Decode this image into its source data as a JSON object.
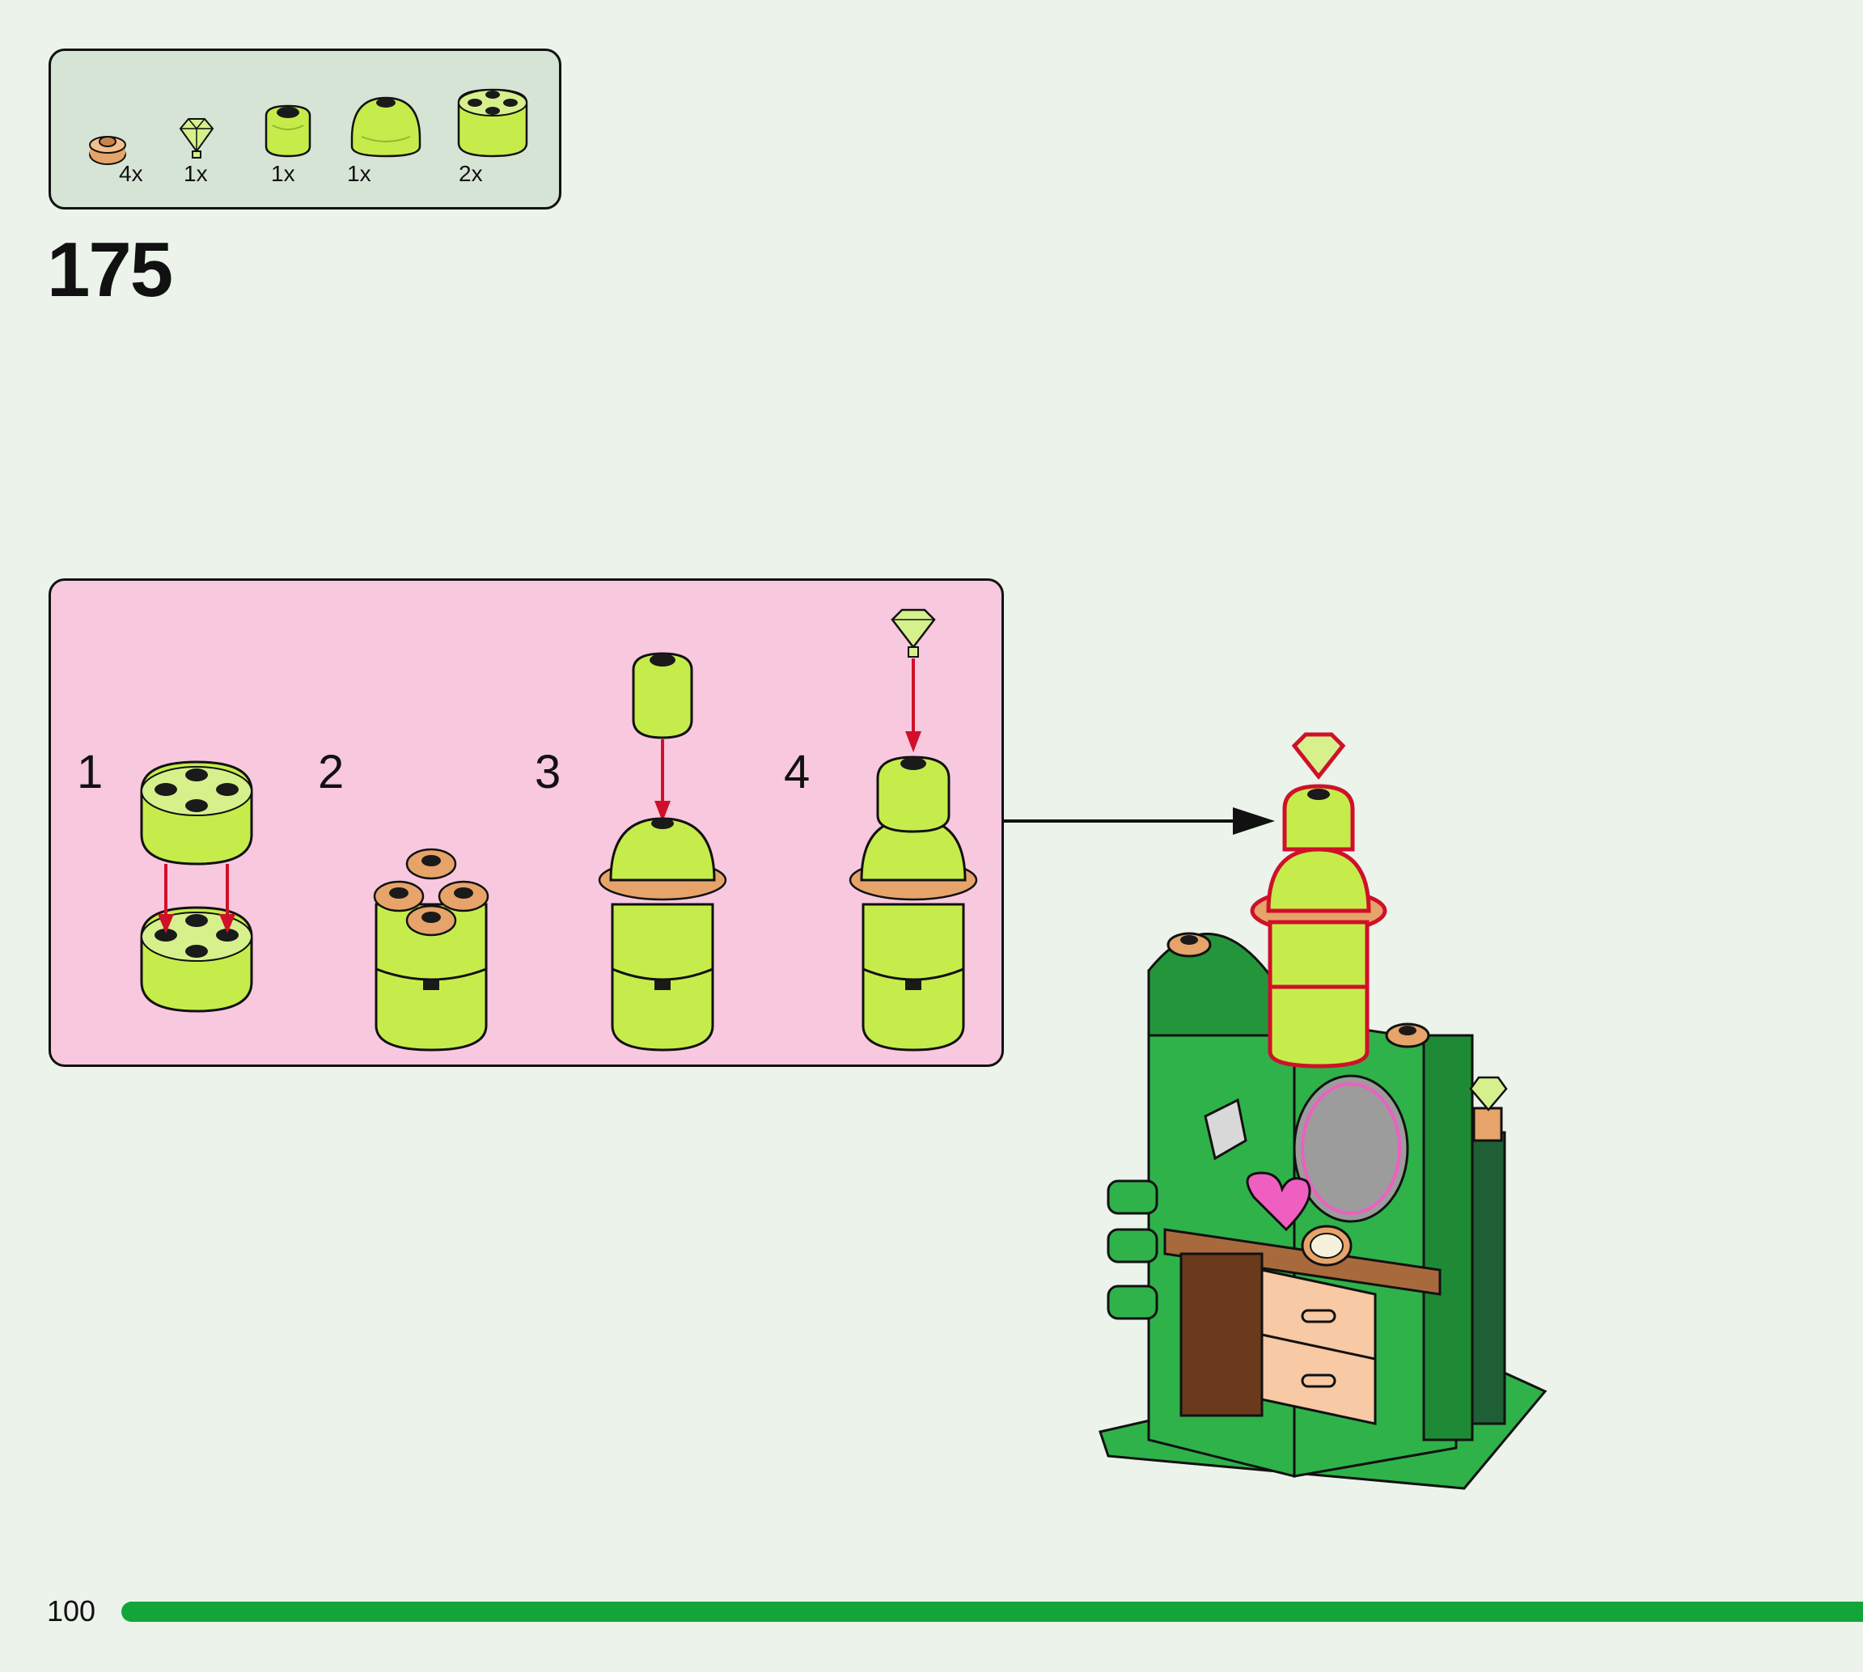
{
  "parts_list": {
    "items": [
      {
        "name": "tan-round-plate-icon",
        "qty": "4x",
        "color": "#e6a46a"
      },
      {
        "name": "trans-green-gem-icon",
        "qty": "1x",
        "color": "#d6f08c"
      },
      {
        "name": "trans-green-round-brick-icon",
        "qty": "1x",
        "color": "#c6ec4c"
      },
      {
        "name": "trans-green-dome-icon",
        "qty": "1x",
        "color": "#c6ec4c"
      },
      {
        "name": "trans-green-round-brick-2x2-icon",
        "qty": "2x",
        "color": "#c6ec4c"
      }
    ]
  },
  "step": {
    "number": "175"
  },
  "substeps": [
    {
      "number": "1"
    },
    {
      "number": "2"
    },
    {
      "number": "3"
    },
    {
      "number": "4"
    }
  ],
  "footer": {
    "page_number": "100"
  },
  "colors": {
    "background": "#ebf3ea",
    "parts_box": "#d6e4d6",
    "substep_box": "#f8c8df",
    "progress_bar": "#13a539",
    "arrow_red": "#d0102a",
    "lime": "#c6ec4c",
    "green_brick": "#2fb24a",
    "tan": "#e6a46a"
  }
}
